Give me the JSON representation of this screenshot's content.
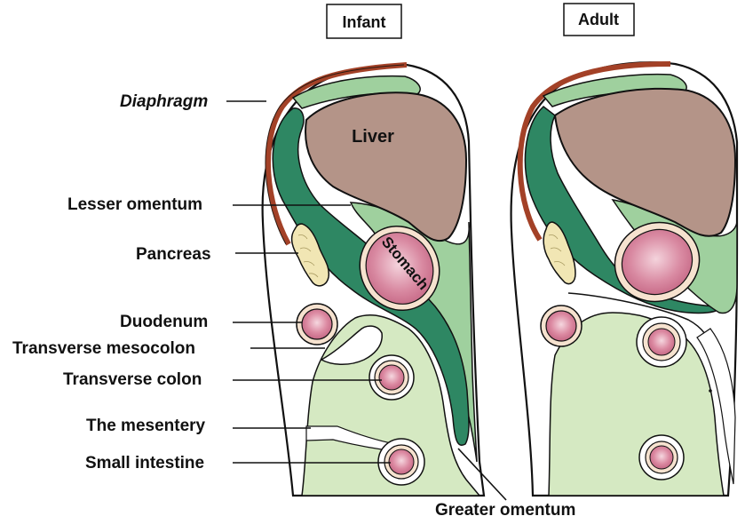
{
  "panels": {
    "infant": "Infant",
    "adult": "Adult"
  },
  "labels": {
    "diaphragm": "Diaphragm",
    "lesser_omentum": "Lesser omentum",
    "pancreas": "Pancreas",
    "duodenum": "Duodenum",
    "transverse_mesocolon": "Transverse mesocolon",
    "transverse_colon": "Transverse colon",
    "mesentery": "The mesentery",
    "small_intestine": "Small intestine",
    "greater_omentum": "Greater omentum"
  },
  "organs": {
    "liver": "Liver",
    "stomach": "Stomach"
  },
  "colors": {
    "liver": "#b49488",
    "dark_green": "#2e8763",
    "light_green": "#9fd09e",
    "pale_green": "#d5e9c2",
    "diaphragm": "#a34127",
    "stomach": "#d9879f",
    "pancreas": "#f1e6b4"
  }
}
